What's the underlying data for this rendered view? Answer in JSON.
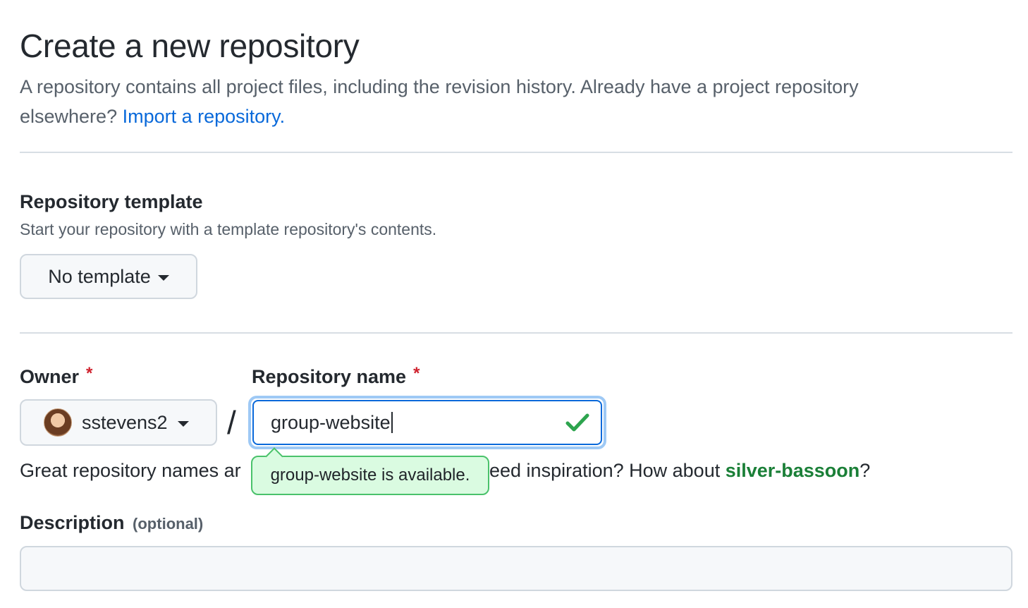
{
  "header": {
    "title": "Create a new repository",
    "intro_text": "A repository contains all project files, including the revision history. Already have a project repository elsewhere? ",
    "import_link": "Import a repository."
  },
  "template": {
    "heading": "Repository template",
    "note": "Start your repository with a template repository's contents.",
    "button_label": "No template",
    "button_icon": "caret-down-icon"
  },
  "owner": {
    "label": "Owner",
    "required_mark": "*",
    "value": "sstevens2",
    "icon": "caret-down-icon"
  },
  "separator": "/",
  "repo_name": {
    "label": "Repository name",
    "required_mark": "*",
    "value": "group-website",
    "status_icon": "check-icon",
    "status_color": "#2da44e"
  },
  "availability": {
    "message": "group-website is available."
  },
  "hint": {
    "text_before": "Great repository names ar",
    "text_after": "leed inspiration? How about ",
    "suggestion": "silver-bassoon",
    "end": "?"
  },
  "description": {
    "label": "Description",
    "optional": "(optional)",
    "value": ""
  },
  "colors": {
    "link": "#0969da",
    "required": "#cf222e",
    "success_bg": "#dafbe1",
    "success_border": "#4ac26b",
    "suggestion": "#1a7f37"
  }
}
